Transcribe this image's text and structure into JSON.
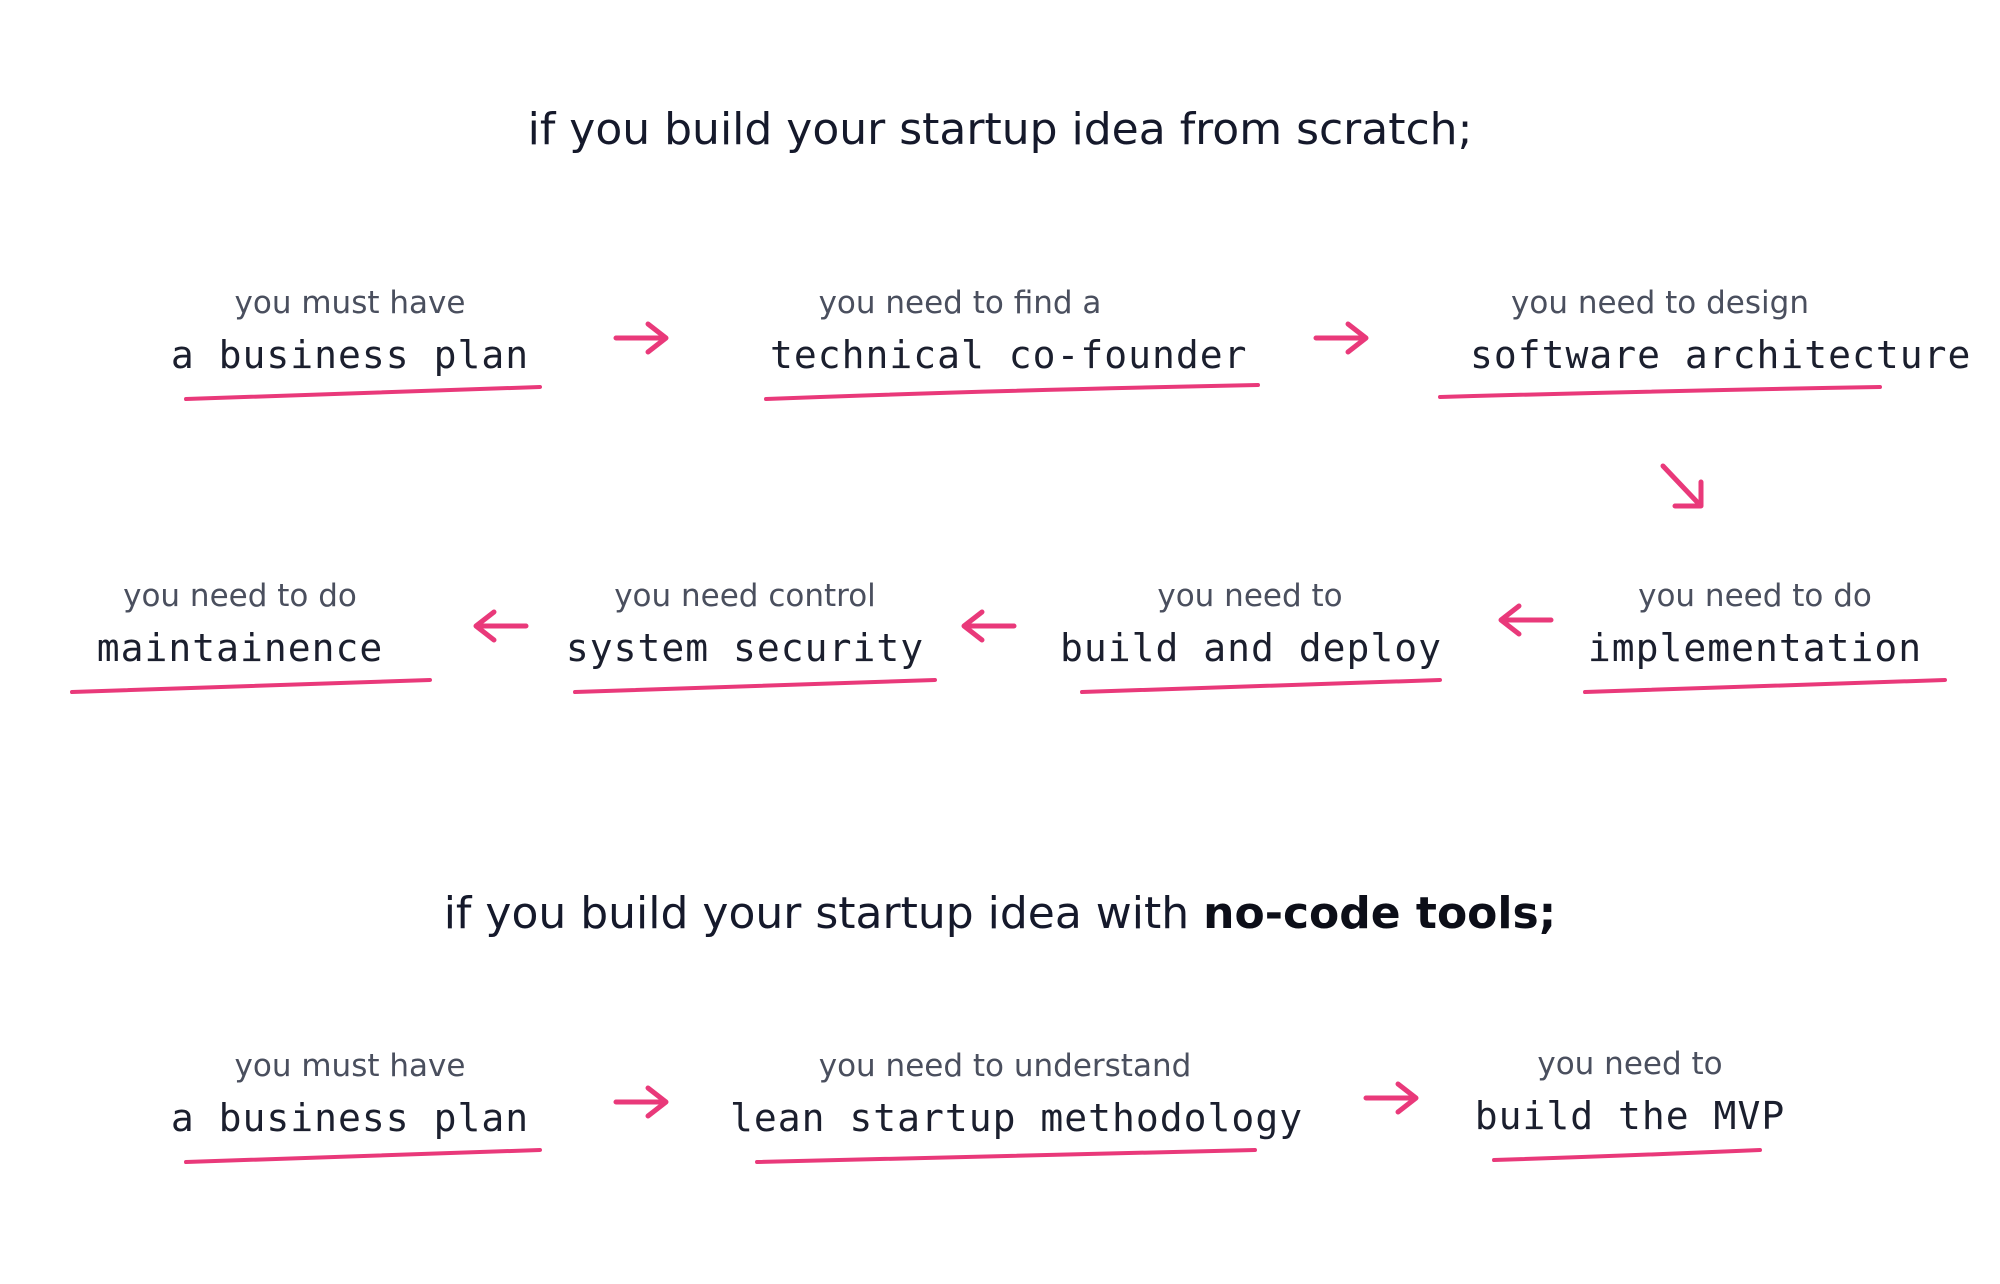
{
  "accent_color": "#e9397a",
  "text_color": "#1b1f2e",
  "section_scratch": {
    "heading": "if you build your startup idea from scratch;",
    "steps": [
      {
        "caption": "you must have",
        "value": "a business plan"
      },
      {
        "caption": "you need to find a",
        "value": "technical co-founder"
      },
      {
        "caption": "you need to design",
        "value": "software architecture"
      },
      {
        "caption": "you need to do",
        "value": "implementation"
      },
      {
        "caption": "you need to",
        "value": "build and deploy"
      },
      {
        "caption": "you need control",
        "value": "system security"
      },
      {
        "caption": "you need to do",
        "value": "maintainence"
      }
    ],
    "arrows": [
      "arrow-right",
      "arrow-right",
      "arrow-down-right",
      "arrow-left",
      "arrow-left",
      "arrow-left"
    ]
  },
  "section_nocode": {
    "heading_prefix": "if you build your startup idea with ",
    "heading_strong": "no-code tools;",
    "steps": [
      {
        "caption": "you must have",
        "value": "a business plan"
      },
      {
        "caption": "you need to understand",
        "value": "lean startup methodology"
      },
      {
        "caption": "you need to",
        "value": "build the MVP"
      }
    ],
    "arrows": [
      "arrow-right",
      "arrow-right"
    ]
  }
}
